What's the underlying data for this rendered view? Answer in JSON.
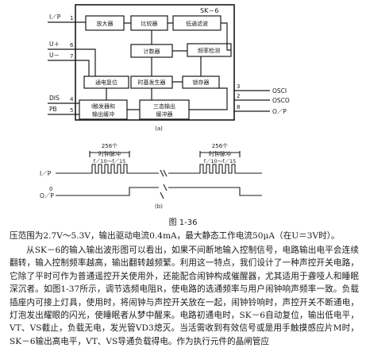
{
  "chip": {
    "name": "SK－6",
    "blocks": {
      "amplifier": "放大器",
      "comparator": "比较器",
      "lowpass": "低通滤波",
      "counter": "计数器",
      "freq_detect": "频率检测",
      "power_on_reset": "通电复位",
      "clock_gen": "时基发生器",
      "latch": "锁存器",
      "trigger1": "Ⅰ触发器和",
      "trigger2": "输出缓冲",
      "tristate1": "三态输出",
      "tristate2": "缓冲器"
    },
    "pins": {
      "ip": "I／P",
      "u_plus": "U＋",
      "u_minus": "U－",
      "dis": "DIS",
      "pb": "PB",
      "osci": "OSCI",
      "osco": "OSCO",
      "op": "O／P",
      "n1": "1",
      "n2": "2",
      "n3": "3",
      "n4": "4",
      "n5": "5",
      "n6": "6",
      "n7": "7",
      "n8": "8"
    },
    "sub_label": "(a)"
  },
  "waveform": {
    "pulse_label1": "256个",
    "pulse_label2": "时钟脉冲",
    "freq_label": "f／10～f／15",
    "ip": "I／P",
    "op": "O／P",
    "zero": "0",
    "sub_label": "(b)"
  },
  "caption": "图 1-36",
  "body_text": [
    "压范围为2.7V～5.3V，输出驱动电流0.4mA，最大静态工作电流50μA（在U＝3V时）。",
    "从SK－6的输入输出波形图可以看出，如果不间断地输入控制信号，电路输出电平会连续翻转，输入控制频率越高，输出翻转越频繁。利用这一特点，我们设计了一种声控开关电路，它除了平时可作为普通遥控开关使用外，还能配合闹钟构成催醒器，尤其适用于聋哑人和睡眠深沉者。如图1-37所示，调节选频电阻R，使电路的选通频率与用户闹钟响声频率一致。负载插座内可接上灯具，使用时，将闹钟与声控开关放在一起，闹钟铃响时，声控开关不断通电，灯泡发出耀眼的闪光，使睡眠者从梦中醒来。电路初通电时，SK－6自动复位，输出低电平，VT、VS截止，负载无电，发光管VD3熄灭。当活需收到有效信号或是用手触摸感应片M时，SK－6输出高电平，VT、VS导通负载得电。作为执行元件的晶闸管应"
  ]
}
